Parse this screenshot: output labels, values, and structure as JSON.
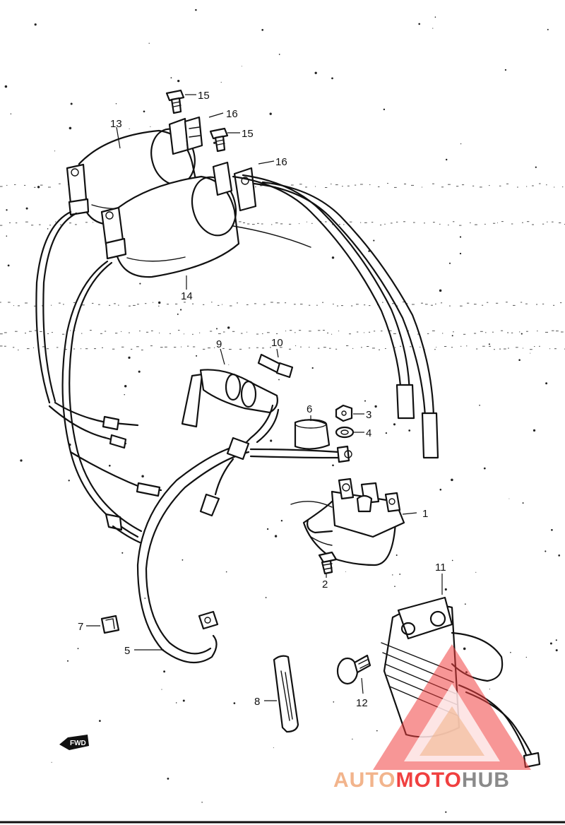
{
  "labels": {
    "p1": "1",
    "p2": "2",
    "p3": "3",
    "p4": "4",
    "p5": "5",
    "p6": "6",
    "p7": "7",
    "p8": "8",
    "p9": "9",
    "p10": "10",
    "p11": "11",
    "p12": "12",
    "p13": "13",
    "p14": "14",
    "p15a": "15",
    "p15b": "15",
    "p16a": "16",
    "p16b": "16"
  },
  "direction_badge": "FWD",
  "watermark": {
    "part1": "AUTO",
    "part2": "MOTO",
    "part3": "HUB",
    "color_primary": "#f2b48c",
    "color_accent": "#f04040",
    "color_dark": "#8a8a8a"
  },
  "ink_color": "#111111"
}
